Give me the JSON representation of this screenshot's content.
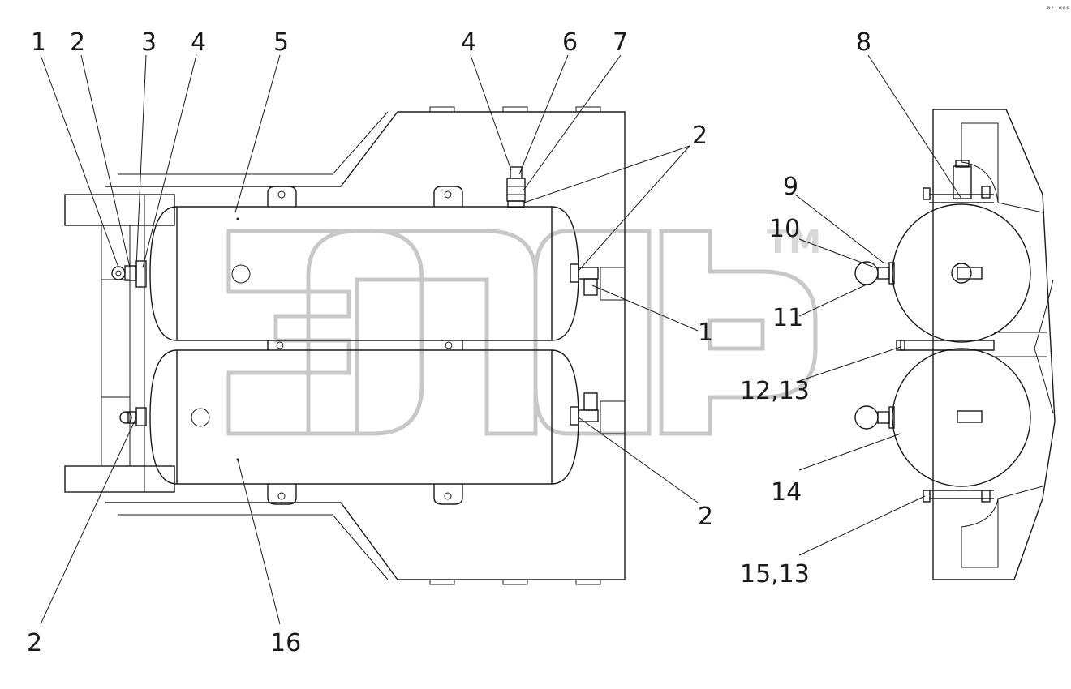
{
  "watermark": {
    "text": "TM"
  },
  "corner_mark": "»· «««",
  "callouts": [
    {
      "id": "c1a",
      "text": "1"
    },
    {
      "id": "c2a",
      "text": "2"
    },
    {
      "id": "c3",
      "text": "3"
    },
    {
      "id": "c4a",
      "text": "4"
    },
    {
      "id": "c5",
      "text": "5"
    },
    {
      "id": "c4b",
      "text": "4"
    },
    {
      "id": "c6",
      "text": "6"
    },
    {
      "id": "c7",
      "text": "7"
    },
    {
      "id": "c8",
      "text": "8"
    },
    {
      "id": "c2b",
      "text": "2"
    },
    {
      "id": "c9",
      "text": "9"
    },
    {
      "id": "c10",
      "text": "10"
    },
    {
      "id": "c11",
      "text": "11"
    },
    {
      "id": "c1b",
      "text": "1"
    },
    {
      "id": "c1213",
      "text": "12,13"
    },
    {
      "id": "c14",
      "text": "14"
    },
    {
      "id": "c2c",
      "text": "2"
    },
    {
      "id": "c1513",
      "text": "15,13"
    },
    {
      "id": "c2d",
      "text": "2"
    },
    {
      "id": "c16",
      "text": "16"
    }
  ]
}
